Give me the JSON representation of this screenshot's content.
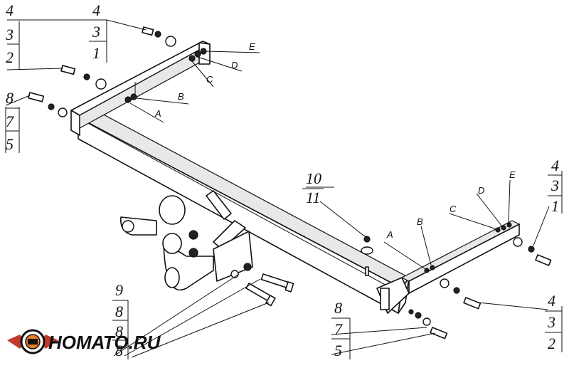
{
  "callouts": {
    "top_left_a": [
      "4",
      "3",
      "1"
    ],
    "top_left_b": [
      "2"
    ],
    "mid_left": [
      "8",
      "7",
      "5"
    ],
    "bottom_left": [
      "9",
      "8",
      "8",
      "8"
    ],
    "center": [
      "10",
      "11"
    ],
    "bottom_center": [
      "8",
      "7",
      "5"
    ],
    "right_top": [
      "4",
      "3",
      "1"
    ],
    "right_bottom": [
      "4",
      "3",
      "2"
    ]
  },
  "hole_labels_left": [
    "A",
    "B",
    "C",
    "D",
    "E"
  ],
  "hole_labels_right": [
    "A",
    "B",
    "C",
    "D",
    "E"
  ],
  "logo": {
    "text": "НОМАТО.RU"
  }
}
